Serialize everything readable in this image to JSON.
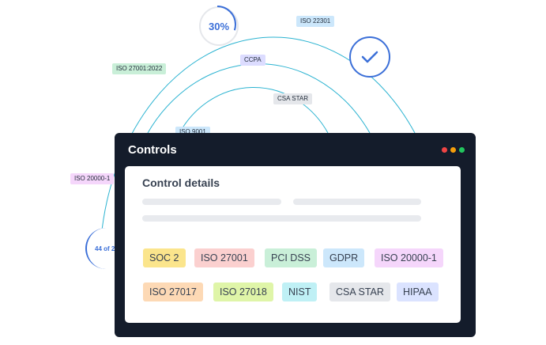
{
  "progress": {
    "label": "30%",
    "value": 0.3
  },
  "count_label": "44 of 2",
  "orbit_tags": {
    "iso22301": "ISO 22301",
    "iso27001_2022": "ISO 27001:2022",
    "ccpa": "CCPA",
    "csa_star": "CSA STAR",
    "iso9001": "ISO 9001",
    "iso20000": "ISO 20000-1"
  },
  "window": {
    "title": "Controls",
    "dots": [
      "#ef4444",
      "#f59e0b",
      "#22c55e"
    ]
  },
  "card": {
    "title": "Control details"
  },
  "chips": {
    "soc2": "SOC 2",
    "iso27001": "ISO 27001",
    "pci": "PCI DSS",
    "gdpr": "GDPR",
    "iso20000": "ISO 20000-1",
    "iso27017": "ISO 27017",
    "iso27018": "ISO 27018",
    "nist": "NIST",
    "csa_star": "CSA STAR",
    "hipaa": "HIPAA"
  },
  "colors": {
    "accent": "#3b6fd8",
    "orbit": "#2bb3d1",
    "window_bg": "#141c2b"
  }
}
